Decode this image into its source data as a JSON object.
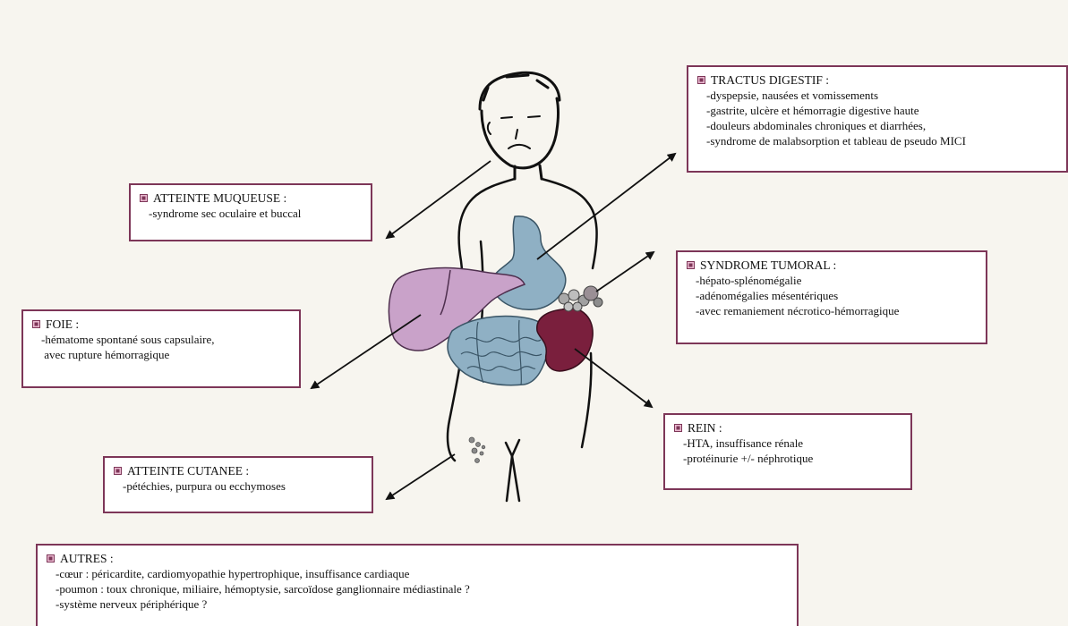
{
  "colors": {
    "frame": "#7d3658",
    "liver": "#c9a2c9",
    "stomach": "#8fb0c4",
    "intestine": "#8fb0c4",
    "kidney": "#7a1f3d",
    "lymph_nodes": "#8a8a8a"
  },
  "boxes": {
    "tractus": {
      "title": "TRACTUS DIGESTIF :",
      "lines": [
        "-dyspepsie, nausées et vomissements",
        "-gastrite, ulcère et hémorragie digestive haute",
        "-douleurs abdominales chroniques et diarrhées,",
        "-syndrome de malabsorption et tableau de pseudo MICI"
      ]
    },
    "muqueuse": {
      "title": "ATTEINTE MUQUEUSE :",
      "lines": [
        "-syndrome sec oculaire et buccal"
      ]
    },
    "tumoral": {
      "title": "SYNDROME TUMORAL :",
      "lines": [
        "-hépato-splénomégalie",
        "-adénomégalies mésentériques",
        "-avec remaniement nécrotico-hémorragique"
      ]
    },
    "foie": {
      "title": "FOIE :",
      "lines": [
        "-hématome spontané sous capsulaire,",
        " avec rupture hémorragique"
      ]
    },
    "rein": {
      "title": "REIN :",
      "lines": [
        "-HTA, insuffisance rénale",
        "-protéinurie +/- néphrotique"
      ]
    },
    "cutanee": {
      "title": "ATTEINTE CUTANEE :",
      "lines": [
        "-pétéchies, purpura ou ecchymoses"
      ]
    },
    "autres": {
      "title": "AUTRES :",
      "lines": [
        "-cœur : péricardite, cardiomyopathie hypertrophique, insuffisance cardiaque",
        "-poumon : toux chronique, miliaire, hémoptysie, sarcoïdose ganglionnaire médiastinale ?",
        "-système nerveux périphérique ?"
      ]
    }
  }
}
